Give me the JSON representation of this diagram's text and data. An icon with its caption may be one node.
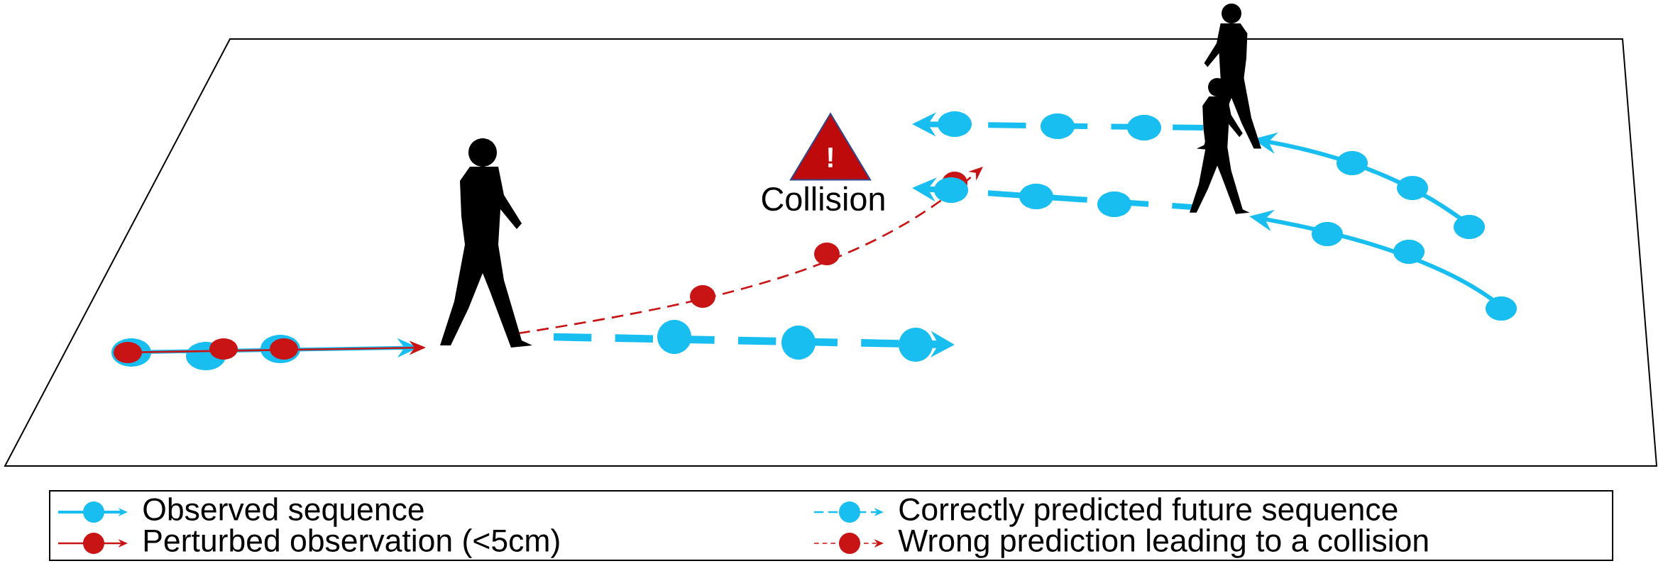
{
  "diagram": {
    "nodes": [
      {
        "text": [
          "!"
        ],
        "beside": [
          "Collision"
        ]
      }
    ],
    "legend": [
      {
        "text": "Observed sequence"
      },
      {
        "text": "Perturbed observation (<5cm)"
      },
      {
        "text": "Correctly predicted future sequence"
      },
      {
        "text": "Wrong prediction leading to a collision"
      }
    ]
  }
}
